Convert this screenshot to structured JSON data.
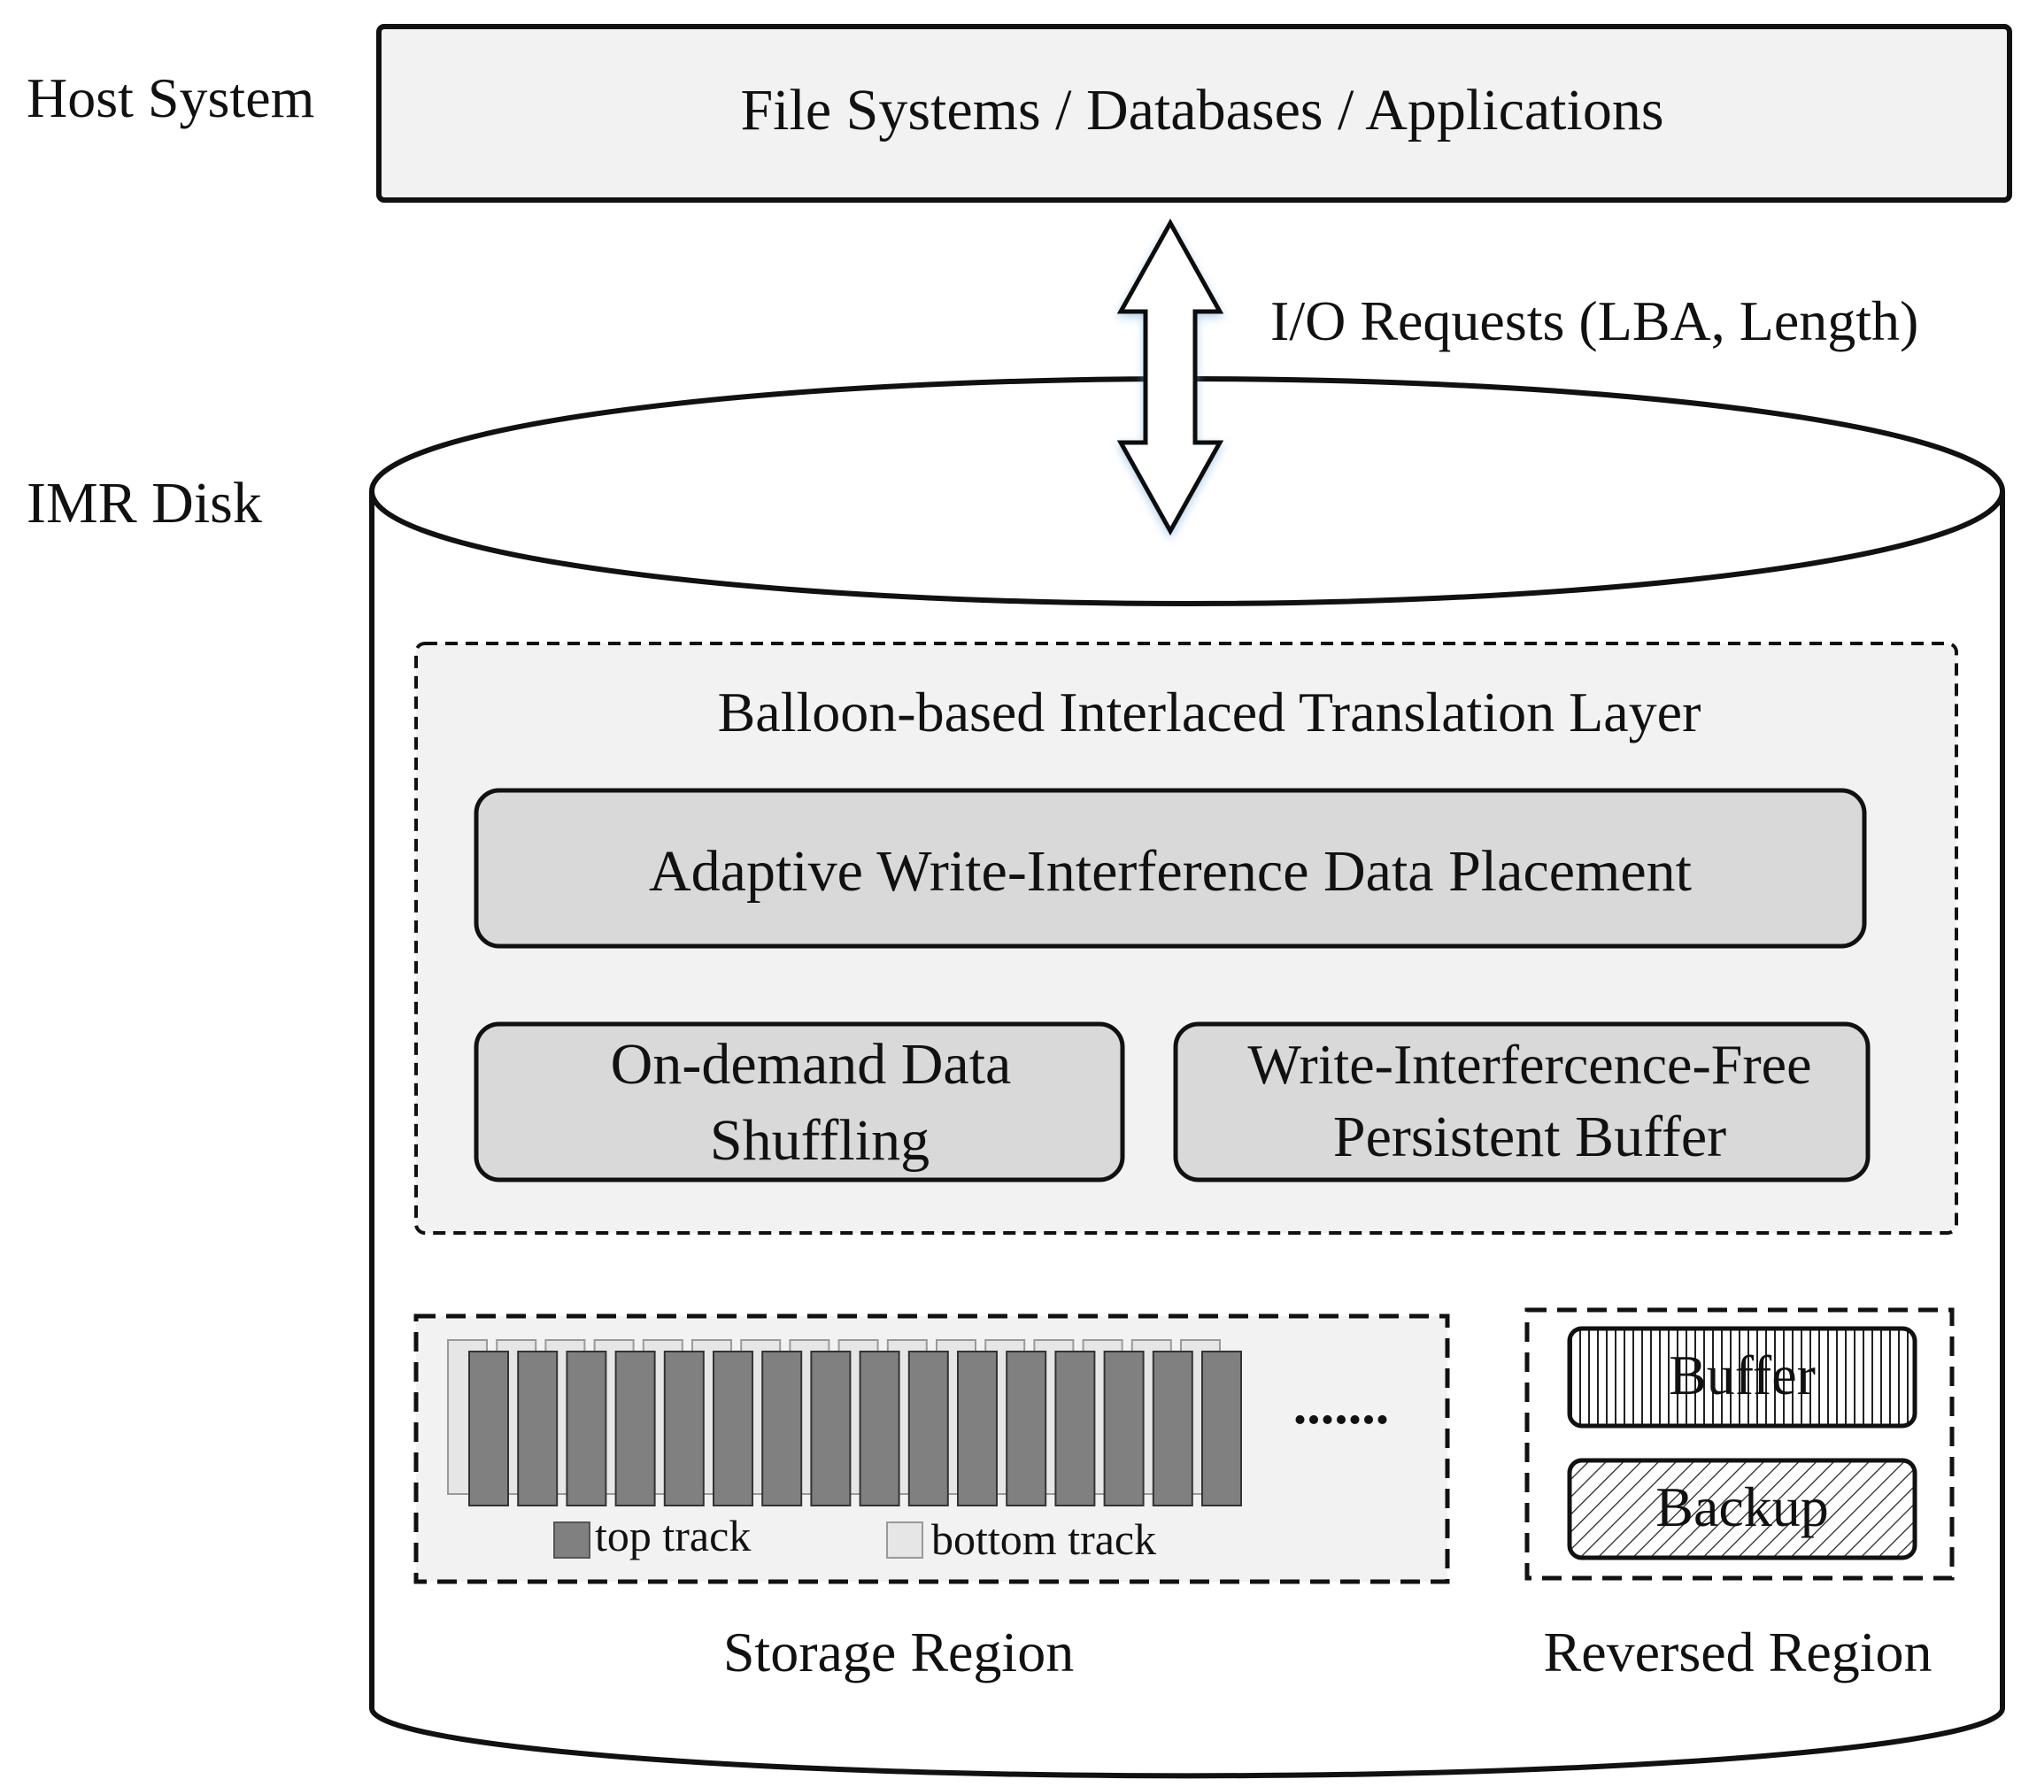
{
  "host": {
    "label": "Host System",
    "box_text": "File Systems / Databases / Applications"
  },
  "io": {
    "label": "I/O Requests (LBA, Length)"
  },
  "disk": {
    "label": "IMR Disk"
  },
  "translation_layer": {
    "title": "Balloon-based Interlaced Translation Layer",
    "placement": "Adaptive Write-Interference Data Placement",
    "shuffling_line1": "On-demand Data",
    "shuffling_line2": "Shuffling",
    "buffer_line1": "Write-Interfercence-Free",
    "buffer_line2": "Persistent Buffer"
  },
  "storage_region": {
    "label": "Storage Region",
    "ellipsis": ".......",
    "legend_top": "top track",
    "legend_bottom": "bottom track",
    "track_count": 16
  },
  "reserved_region": {
    "label": "Reversed Region",
    "buffer": "Buffer",
    "backup": "Backup"
  },
  "colors": {
    "host_box_fill": "#f2f2f2",
    "layer_fill": "#f2f2f2",
    "module_fill": "#d9d9d9",
    "top_track_fill": "#808080",
    "bottom_track_fill": "#e6e6e6"
  }
}
